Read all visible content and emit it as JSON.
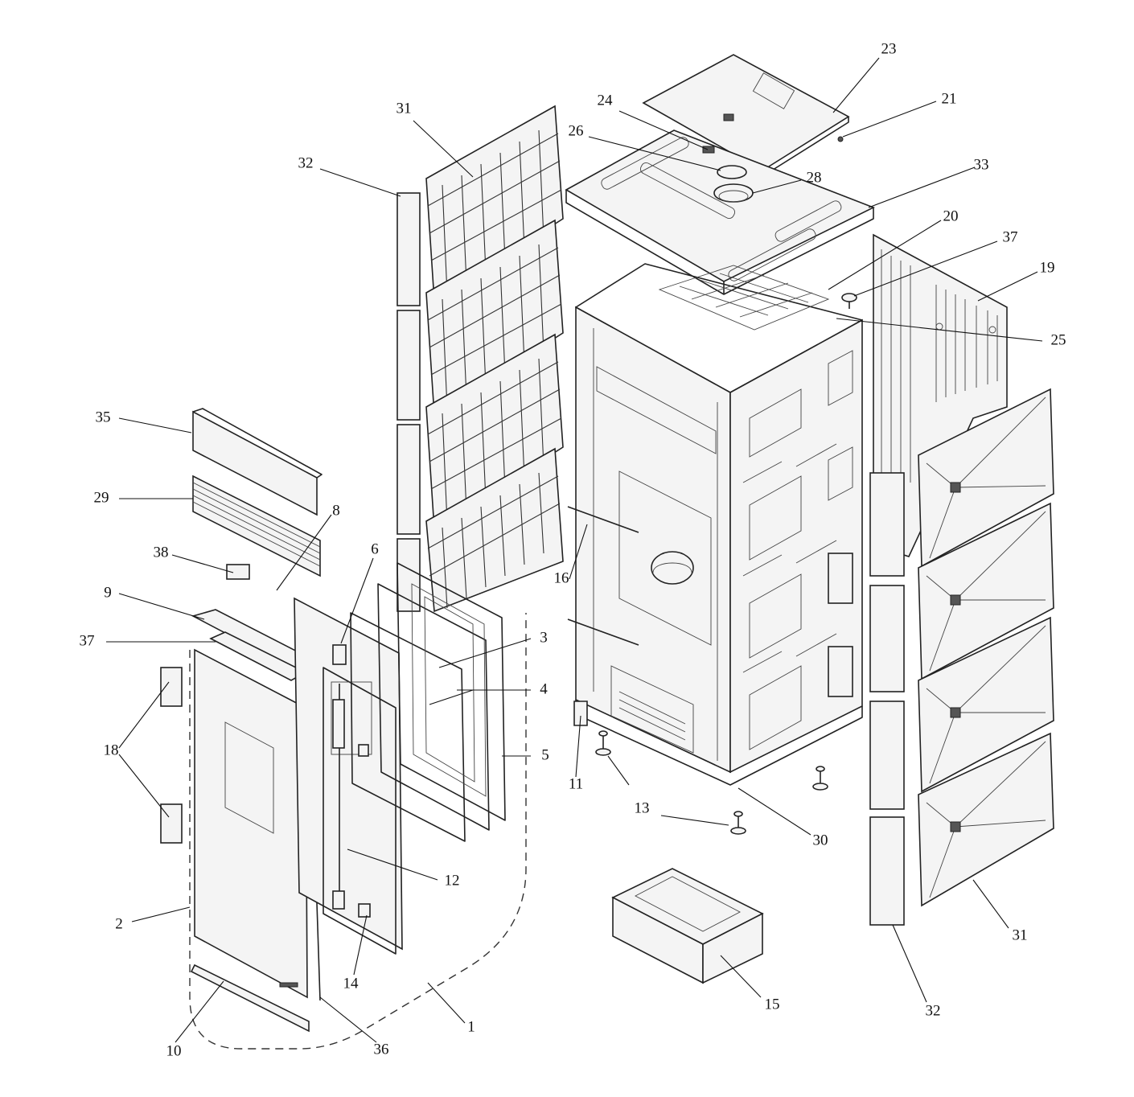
{
  "callouts": [
    {
      "id": "c23",
      "label": "23"
    },
    {
      "id": "c21",
      "label": "21"
    },
    {
      "id": "c24",
      "label": "24"
    },
    {
      "id": "c26",
      "label": "26"
    },
    {
      "id": "c28",
      "label": "28"
    },
    {
      "id": "c33",
      "label": "33"
    },
    {
      "id": "c31a",
      "label": "31"
    },
    {
      "id": "c32a",
      "label": "32"
    },
    {
      "id": "c20",
      "label": "20"
    },
    {
      "id": "c37a",
      "label": "37"
    },
    {
      "id": "c19",
      "label": "19"
    },
    {
      "id": "c25",
      "label": "25"
    },
    {
      "id": "c35",
      "label": "35"
    },
    {
      "id": "c29",
      "label": "29"
    },
    {
      "id": "c8",
      "label": "8"
    },
    {
      "id": "c38",
      "label": "38"
    },
    {
      "id": "c6",
      "label": "6"
    },
    {
      "id": "c9",
      "label": "9"
    },
    {
      "id": "c37b",
      "label": "37"
    },
    {
      "id": "c16",
      "label": "16"
    },
    {
      "id": "c3",
      "label": "3"
    },
    {
      "id": "c4",
      "label": "4"
    },
    {
      "id": "c5",
      "label": "5"
    },
    {
      "id": "c18",
      "label": "18"
    },
    {
      "id": "c11",
      "label": "11"
    },
    {
      "id": "c13",
      "label": "13"
    },
    {
      "id": "c30",
      "label": "30"
    },
    {
      "id": "c12",
      "label": "12"
    },
    {
      "id": "c2",
      "label": "2"
    },
    {
      "id": "c14",
      "label": "14"
    },
    {
      "id": "c31b",
      "label": "31"
    },
    {
      "id": "c15",
      "label": "15"
    },
    {
      "id": "c1",
      "label": "1"
    },
    {
      "id": "c32b",
      "label": "32"
    },
    {
      "id": "c10",
      "label": "10"
    },
    {
      "id": "c36",
      "label": "36"
    }
  ]
}
